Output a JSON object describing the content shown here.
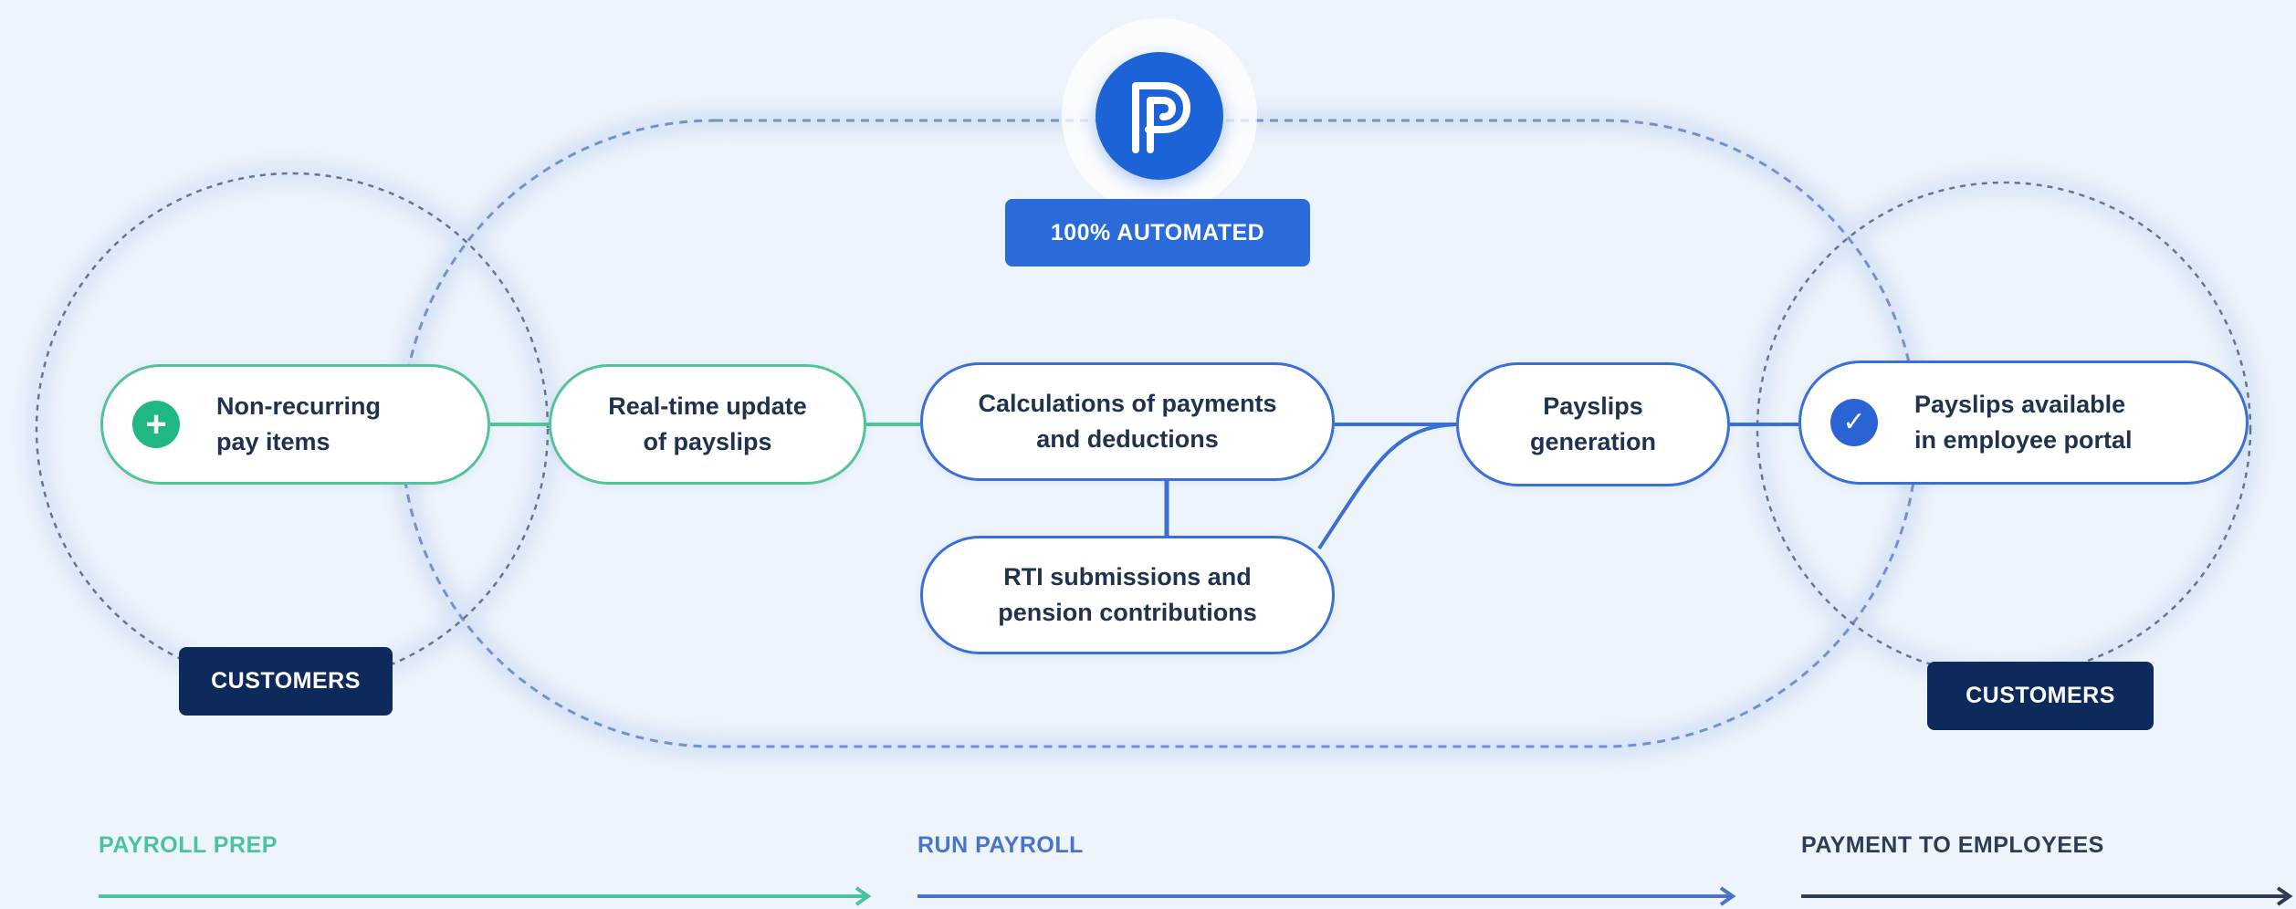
{
  "badge": {
    "automated": "100% AUTOMATED"
  },
  "customers": {
    "left": "CUSTOMERS",
    "right": "CUSTOMERS"
  },
  "nodes": {
    "non_recurring": "Non-recurring\npay items",
    "realtime_update": "Real-time update\nof payslips",
    "calculations": "Calculations of payments\nand deductions",
    "rti": "RTI submissions and\npension contributions",
    "payslips_generation": "Payslips\ngeneration",
    "payslips_available": "Payslips available\nin employee portal"
  },
  "stages": [
    {
      "label": "PAYROLL PREP",
      "color": "#4cc3a0"
    },
    {
      "label": "RUN PAYROLL",
      "color": "#4a74c9"
    },
    {
      "label": "PAYMENT TO EMPLOYEES",
      "color": "#2d3d55"
    }
  ],
  "colors": {
    "green": "#56c29a",
    "blue": "#3a6fd6",
    "navy": "#0e2a5c",
    "accent": "#1d63d8"
  },
  "icons": [
    "logo-p-icon",
    "plus-icon",
    "check-icon",
    "arrow-right-icon"
  ]
}
